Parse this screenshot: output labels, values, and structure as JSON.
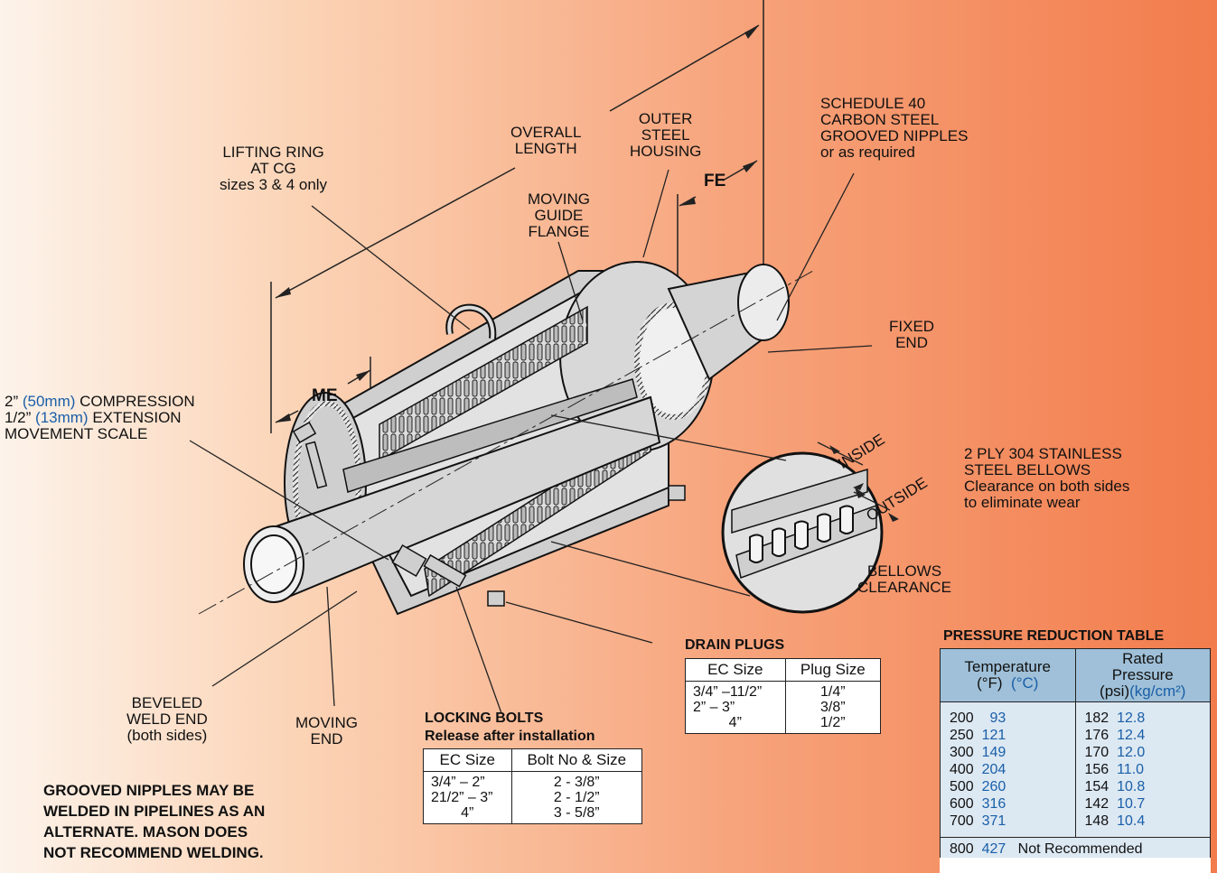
{
  "labels": {
    "overall_length": [
      "OVERALL",
      "LENGTH"
    ],
    "outer_housing": [
      "OUTER",
      "STEEL",
      "HOUSING"
    ],
    "nipples": [
      "SCHEDULE 40",
      "CARBON STEEL",
      "GROOVED NIPPLES",
      "or as required"
    ],
    "lifting_ring": [
      "LIFTING RING",
      "AT CG",
      "sizes 3 & 4 only"
    ],
    "guide_flange": [
      "MOVING",
      "GUIDE",
      "FLANGE"
    ],
    "fe": "FE",
    "me": "ME",
    "fixed_end": [
      "FIXED",
      "END"
    ],
    "movement_scale": {
      "line1_a": "2”",
      "line1_metric": "(50mm)",
      "line1_b": "COMPRESSION",
      "line2_a": "1/2”",
      "line2_metric": "(13mm)",
      "line2_b": "EXTENSION",
      "line3": "MOVEMENT SCALE"
    },
    "inside": "INSIDE",
    "outside": "OUTSIDE",
    "bellows": [
      "2 PLY 304 STAINLESS",
      "STEEL BELLOWS",
      "Clearance on both sides",
      "to eliminate wear"
    ],
    "bellows_clearance": [
      "BELLOWS",
      "CLEARANCE"
    ],
    "beveled": [
      "BEVELED",
      "WELD END",
      "(both sides)"
    ],
    "moving_end": [
      "MOVING",
      "END"
    ]
  },
  "locking_bolts": {
    "title": "LOCKING BOLTS",
    "subtitle": "Release after installation",
    "headers": [
      "EC Size",
      "Bolt No & Size"
    ],
    "rows": [
      [
        "3/4” – 2”",
        "2 - 3/8”"
      ],
      [
        "21/2” – 3”",
        "2 - 1/2”"
      ],
      [
        "4”",
        "3 - 5/8”"
      ]
    ]
  },
  "drain_plugs": {
    "title": "DRAIN PLUGS",
    "headers": [
      "EC Size",
      "Plug Size"
    ],
    "rows": [
      [
        "3/4” –11/2”",
        "1/4”"
      ],
      [
        "2” – 3”",
        "3/8”"
      ],
      [
        "4”",
        "1/2”"
      ]
    ]
  },
  "pressure_table": {
    "title": "PRESSURE REDUCTION TABLE",
    "h_temp": "Temperature",
    "h_temp_units_f": "(°F)",
    "h_temp_units_c": "(°C)",
    "h_rated": [
      "Rated",
      "Pressure"
    ],
    "h_rated_units_psi": "(psi)",
    "h_rated_units_kg": "(kg/cm²)",
    "rows": [
      [
        "200",
        "93",
        "182",
        "12.8"
      ],
      [
        "250",
        "121",
        "176",
        "12.4"
      ],
      [
        "300",
        "149",
        "170",
        "12.0"
      ],
      [
        "400",
        "204",
        "156",
        "11.0"
      ],
      [
        "500",
        "260",
        "154",
        "10.8"
      ],
      [
        "600",
        "316",
        "142",
        "10.7"
      ],
      [
        "700",
        "371",
        "148",
        "10.4"
      ]
    ],
    "last_row": [
      "800",
      "427",
      "Not Recommended"
    ]
  },
  "note": [
    "GROOVED NIPPLES MAY BE",
    "WELDED IN PIPELINES AS AN",
    "ALTERNATE. MASON DOES",
    "NOT RECOMMEND WELDING."
  ],
  "colors": {
    "bg_left": "#fdf3ea",
    "bg_right": "#f27c4c",
    "metric_blue": "#1a5fa8",
    "table_header": "#9fc0d8",
    "table_body": "#dce8f2"
  }
}
